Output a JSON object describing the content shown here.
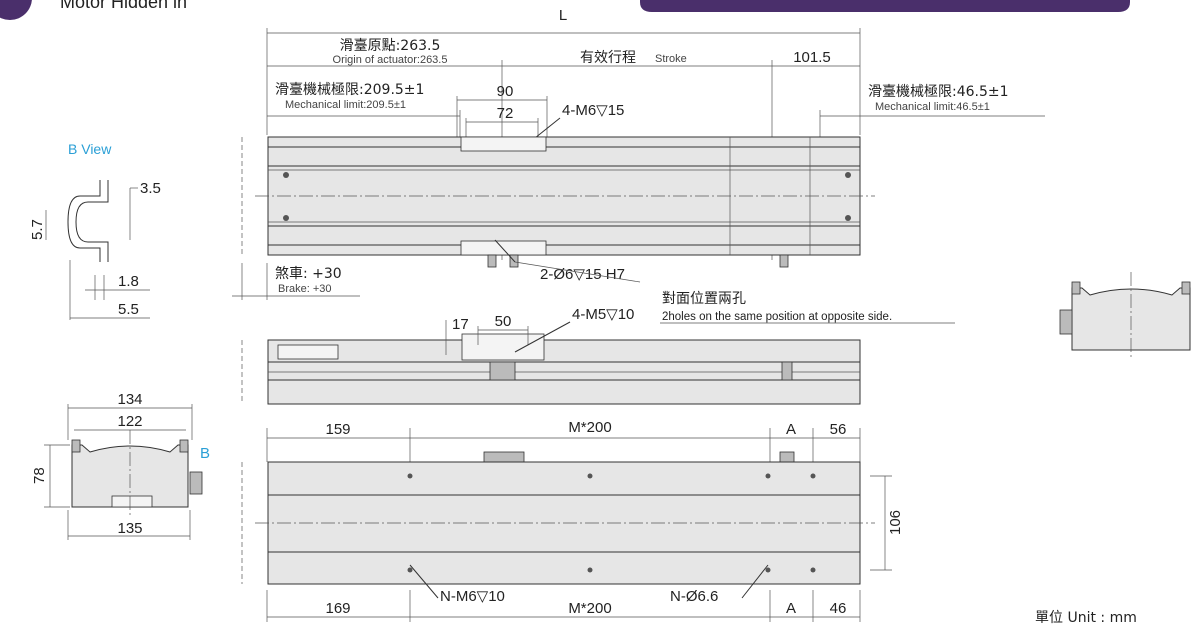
{
  "header": {
    "title_partial": "Motor Hidden in",
    "banner_color": "#4a2f6b"
  },
  "top": {
    "L": "L",
    "origin_cn": "滑臺原點:263.5",
    "origin_en": "Origin of actuator:263.5",
    "stroke_cn": "有效行程",
    "stroke_en": "Stroke",
    "right_101": "101.5",
    "mech_left_cn": "滑臺機械極限:209.5±1",
    "mech_left_en": "Mechanical limit:209.5±1",
    "d90": "90",
    "d72": "72",
    "hole_top": "4-M6▽15",
    "mech_right_cn": "滑臺機械極限:46.5±1",
    "mech_right_en": "Mechanical limit:46.5±1",
    "brake_cn": "煞車: +30",
    "brake_en": "Brake: +30",
    "pin": "2-Ø6▽15 H7"
  },
  "bview": {
    "title": "B View",
    "d35": "3.5",
    "d57": "5.7",
    "d18": "1.8",
    "d55": "5.5"
  },
  "side": {
    "d17": "17",
    "d50": "50",
    "hole": "4-M5▽10",
    "opposite_cn": "對面位置兩孔",
    "opposite_en": "2holes on the same position at opposite side."
  },
  "bottom": {
    "d159": "159",
    "m200_top": "M*200",
    "a_top": "A",
    "d56": "56",
    "d106": "106",
    "d169": "169",
    "nm6": "N-M6▽10",
    "m200_bot": "M*200",
    "n66": "N-Ø6.6",
    "a_bot": "A",
    "d46": "46"
  },
  "end": {
    "d134": "134",
    "d122": "122",
    "d78": "78",
    "d135": "135",
    "b": "B"
  },
  "unit": "單位 Unit : mm"
}
